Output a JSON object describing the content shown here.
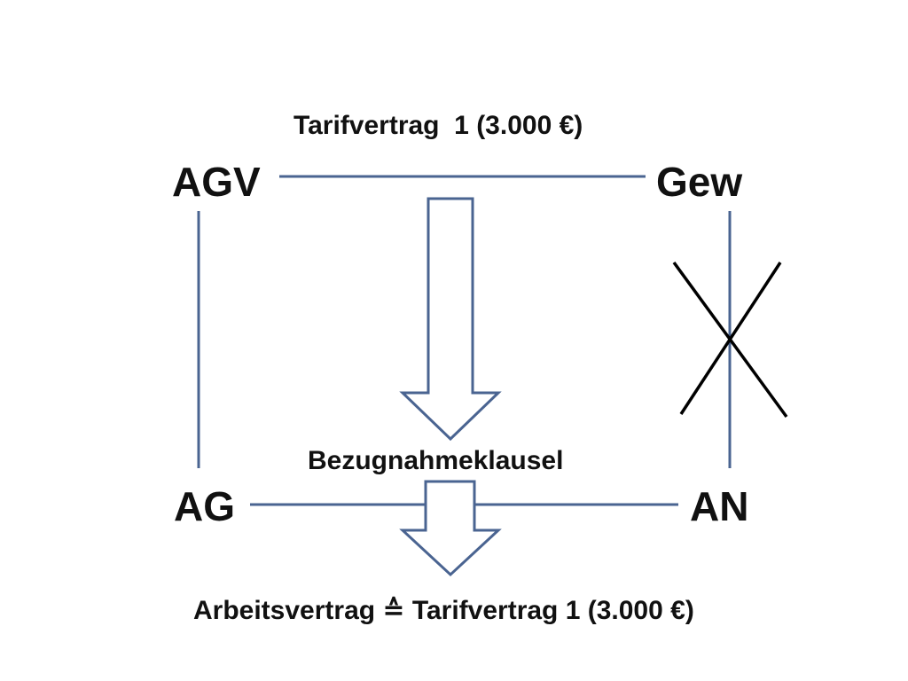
{
  "diagram": {
    "top_caption": "Tarifvertrag  1 (3.000 €)",
    "middle_caption": "Bezugnahmeklausel",
    "bottom_caption": "Arbeitsvertrag ≙ Tarifvertrag 1 (3.000 €)",
    "nodes": {
      "top_left": "AGV",
      "top_right": "Gew",
      "bottom_left": "AG",
      "bottom_right": "AN"
    },
    "colors": {
      "line": "#4a6491",
      "arrow_stroke": "#4a6491",
      "arrow_fill": "#ffffff",
      "cross": "#000000",
      "text": "#111111"
    }
  }
}
